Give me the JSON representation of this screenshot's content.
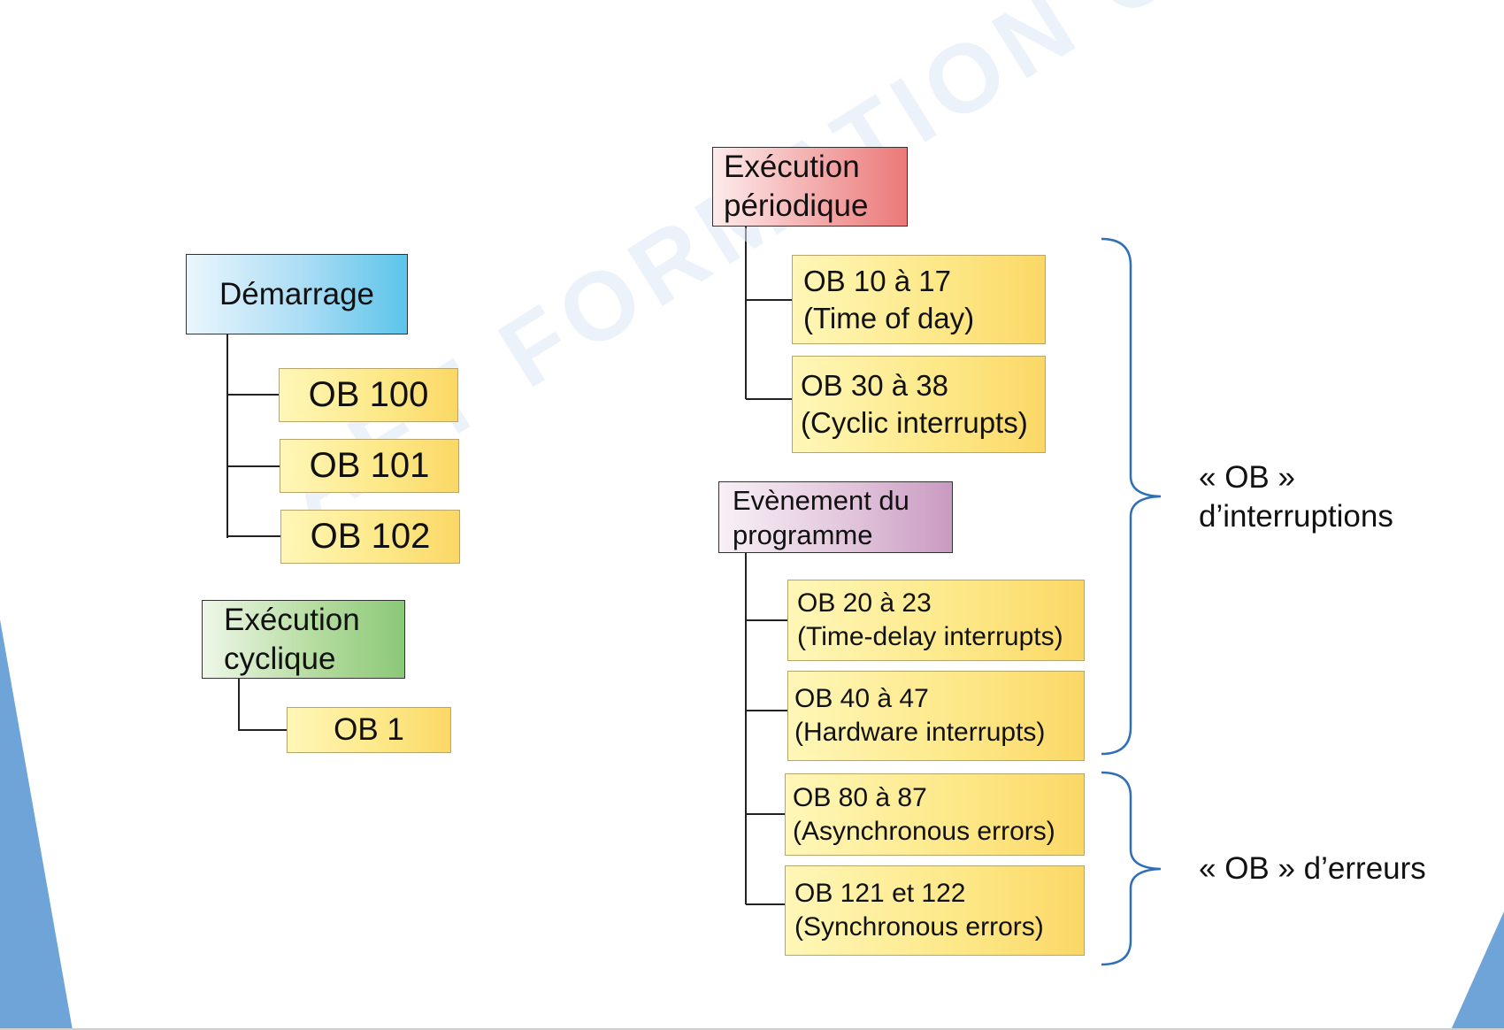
{
  "left": {
    "startup": {
      "title": "Démarrage",
      "items": [
        "OB 100",
        "OB 101",
        "OB 102"
      ]
    },
    "cyclic": {
      "title_lines": [
        "Exécution",
        "cyclique"
      ],
      "items": [
        "OB 1"
      ]
    }
  },
  "right": {
    "periodic": {
      "title_lines": [
        "Exécution",
        "périodique"
      ],
      "items": [
        {
          "line1": "OB 10 à 17",
          "line2": "(Time of day)"
        },
        {
          "line1": "OB 30 à 38",
          "line2": "(Cyclic interrupts)"
        }
      ]
    },
    "program_event": {
      "title_lines": [
        "Evènement du",
        "programme"
      ],
      "items": [
        {
          "line1": "OB 20 à 23",
          "line2": "(Time-delay interrupts)"
        },
        {
          "line1": "OB 40 à 47",
          "line2": "(Hardware interrupts)"
        },
        {
          "line1": "OB 80 à 87",
          "line2": "(Asynchronous errors)"
        },
        {
          "line1": "OB 121 et 122",
          "line2": "(Synchronous errors)"
        }
      ]
    }
  },
  "labels": {
    "interruptions": [
      "« OB »",
      "d’interruptions"
    ],
    "errors": "« OB » d’erreurs"
  },
  "watermark": "AET FORMATION OUEST",
  "colors": {
    "ob_box": "#fde98a",
    "bracket": "#2e6fb8",
    "corner_accent": "#5b9bd5"
  }
}
